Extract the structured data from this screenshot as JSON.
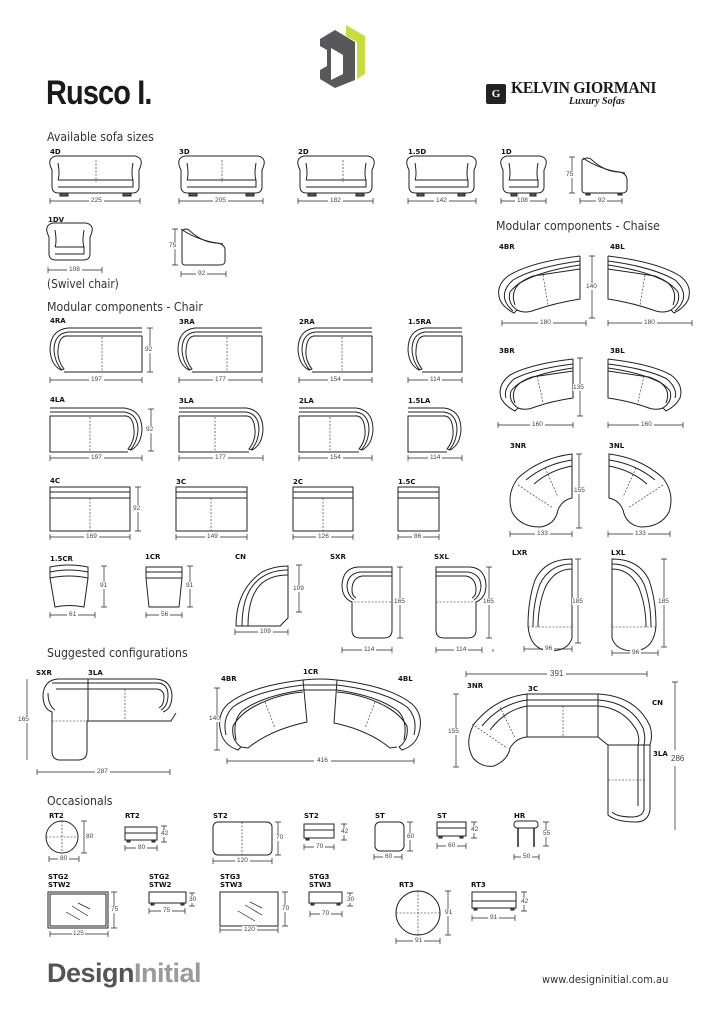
{
  "header": {
    "title": "Rusco I.",
    "logo_icon": "design-initial-logo",
    "brand_name": "KELVIN GIORMANI",
    "brand_tagline": "Luxury Sofas",
    "brand_mark": "G",
    "colors": {
      "logo_dark": "#58585a",
      "logo_accent": "#c8dc3c",
      "text": "#1a1a1a",
      "footer_light": "#9a9a9a"
    }
  },
  "sections": {
    "sofa_sizes": "Available sofa sizes",
    "chaise": "Modular components - Chaise",
    "chair": "Modular components - Chair",
    "suggested": "Suggested configurations",
    "occasionals": "Occasionals"
  },
  "sofa_sizes": [
    {
      "code": "4D",
      "width": "225"
    },
    {
      "code": "3D",
      "width": "205"
    },
    {
      "code": "2D",
      "width": "182"
    },
    {
      "code": "1.5D",
      "width": "142"
    },
    {
      "code": "1D",
      "width": "108"
    },
    {
      "code": "side",
      "depth": "92",
      "height": "75"
    },
    {
      "code": "1DV",
      "width": "108",
      "note": "(Swivel chair)"
    },
    {
      "code": "side",
      "depth": "92",
      "height": "75"
    }
  ],
  "chair_components": {
    "right_arm": [
      {
        "code": "4RA",
        "width": "197",
        "depth": "92"
      },
      {
        "code": "3RA",
        "width": "177"
      },
      {
        "code": "2RA",
        "width": "154"
      },
      {
        "code": "1.5RA",
        "width": "114"
      }
    ],
    "left_arm": [
      {
        "code": "4LA",
        "width": "197",
        "depth": "92"
      },
      {
        "code": "3LA",
        "width": "177"
      },
      {
        "code": "2LA",
        "width": "154"
      },
      {
        "code": "1.5LA",
        "width": "114"
      }
    ],
    "center": [
      {
        "code": "4C",
        "width": "169",
        "depth": "92"
      },
      {
        "code": "3C",
        "width": "149"
      },
      {
        "code": "2C",
        "width": "126"
      },
      {
        "code": "1.5C",
        "width": "86"
      }
    ],
    "misc": [
      {
        "code": "1.5CR",
        "width": "61",
        "depth": "91"
      },
      {
        "code": "1CR",
        "width": "56",
        "depth": "91"
      },
      {
        "code": "CN",
        "width": "109",
        "depth": "109"
      },
      {
        "code": "SXR",
        "width": "114",
        "depth": "165"
      },
      {
        "code": "SXL",
        "width": "114",
        "depth": "165"
      }
    ]
  },
  "chaise_components": [
    {
      "code": "4BR",
      "width": "180",
      "depth": "140"
    },
    {
      "code": "4BL",
      "width": "180"
    },
    {
      "code": "3BR",
      "width": "160",
      "depth": "135"
    },
    {
      "code": "3BL",
      "width": "160"
    },
    {
      "code": "3NR",
      "width": "133",
      "depth": "155"
    },
    {
      "code": "3NL",
      "width": "133"
    },
    {
      "code": "LXR",
      "width": "96",
      "depth": "185"
    },
    {
      "code": "LXL",
      "width": "96",
      "depth": "185"
    }
  ],
  "configurations": [
    {
      "parts": [
        "SXR",
        "3LA"
      ],
      "width": "287",
      "depth": "165"
    },
    {
      "parts": [
        "4BR",
        "1CR",
        "4BL"
      ],
      "width": "416",
      "depth": "140"
    },
    {
      "parts": [
        "3NR",
        "3C",
        "CN",
        "3LA"
      ],
      "width": "391",
      "depth": "155",
      "total_depth": "286"
    }
  ],
  "occasionals": [
    {
      "code": "RT2",
      "width": "80",
      "depth": "80"
    },
    {
      "code": "RT2",
      "width": "80",
      "height": "42"
    },
    {
      "code": "ST2",
      "width": "120",
      "depth": "70"
    },
    {
      "code": "ST2",
      "width": "70",
      "height": "42"
    },
    {
      "code": "ST",
      "width": "60",
      "depth": "60"
    },
    {
      "code": "ST",
      "width": "60",
      "height": "42"
    },
    {
      "code": "HR",
      "width": "50",
      "height": "55"
    },
    {
      "code": "STG2\nSTW2",
      "code1": "STG2",
      "code2": "STW2",
      "width": "125",
      "depth": "75"
    },
    {
      "code1": "STG2",
      "code2": "STW2",
      "width": "75",
      "height": "30"
    },
    {
      "code1": "STG3",
      "code2": "STW3",
      "width": "120",
      "depth": "70"
    },
    {
      "code1": "STG3",
      "code2": "STW3",
      "width": "70",
      "height": "30"
    },
    {
      "code": "RT3",
      "width": "91",
      "depth": "91"
    },
    {
      "code": "RT3",
      "width": "91",
      "height": "42"
    }
  ],
  "footer": {
    "brand_part1": "Design",
    "brand_part2": "Initial",
    "url": "www.designinitial.com.au"
  }
}
